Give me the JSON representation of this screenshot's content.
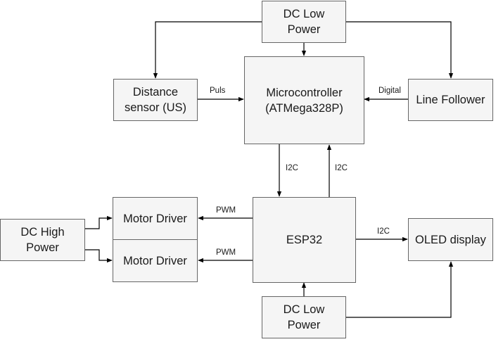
{
  "nodes": {
    "dc_low_top": "DC Low\nPower",
    "distance_sensor": "Distance\nsensor (US)",
    "microcontroller": "Microcontroller\n(ATMega328P)",
    "line_follower": "Line Follower",
    "dc_high": "DC High\nPower",
    "motor_driver_1": "Motor Driver",
    "motor_driver_2": "Motor Driver",
    "esp32": "ESP32",
    "oled": "OLED display",
    "dc_low_bottom": "DC Low\nPower"
  },
  "edge_labels": {
    "puls": "Puls",
    "digital": "Digital",
    "i2c_down": "I2C",
    "i2c_up": "I2C",
    "pwm_1": "PWM",
    "pwm_2": "PWM",
    "i2c_oled": "I2C"
  },
  "colors": {
    "node_fill": "#f5f5f5",
    "node_border": "#666666",
    "edge": "#000000"
  }
}
